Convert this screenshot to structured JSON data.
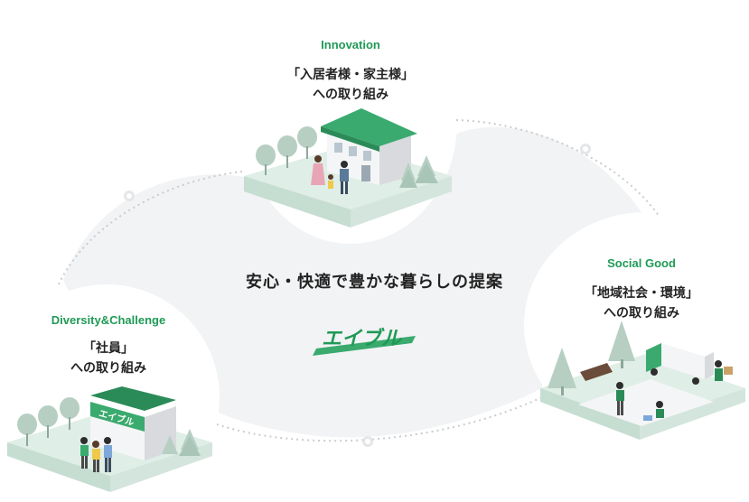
{
  "center": {
    "title": "安心・快適で豊かな暮らしの提案",
    "logo_text": "エイブル"
  },
  "nodes": [
    {
      "id": "innovation",
      "title": "Innovation",
      "line1": "「入居者様・家主様」",
      "line2": "への取り組み"
    },
    {
      "id": "social",
      "title": "Social Good",
      "line1": "「地域社会・環境」",
      "line2": "への取り組み"
    },
    {
      "id": "diversity",
      "title": "Diversity&Challenge",
      "line1": "「社員」",
      "line2": "への取り組み"
    }
  ],
  "store_sign": "エイブル",
  "colors": {
    "accent": "#1f9a56",
    "blob": "#f2f3f4",
    "ground": "#dfeee7",
    "dots": "#c9ccd0"
  }
}
